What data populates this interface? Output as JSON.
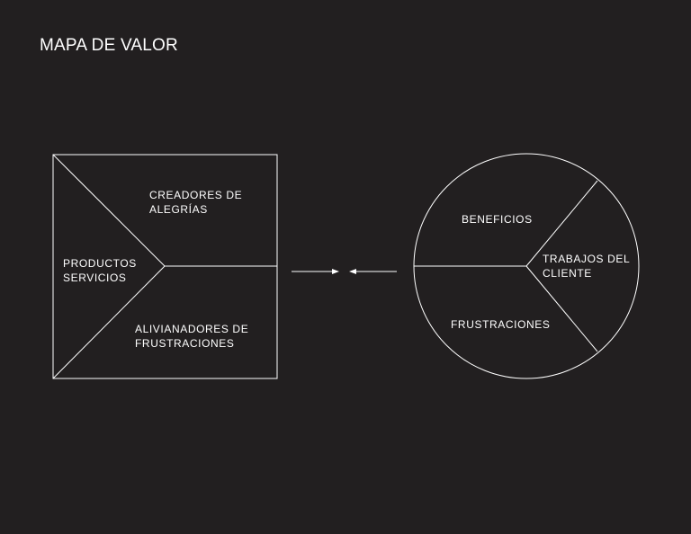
{
  "title": "MAPA DE VALOR",
  "colors": {
    "background": "#221f20",
    "stroke": "#ffffff",
    "text": "#ffffff"
  },
  "value_map": {
    "productos": [
      "PRODUCTOS",
      "SERVICIOS"
    ],
    "creadores": [
      "CREADORES DE",
      "ALEGRÍAS"
    ],
    "aliviadores": [
      "ALIVIANADORES DE",
      "FRUSTRACIONES"
    ]
  },
  "customer_profile": {
    "beneficios": "BENEFICIOS",
    "trabajos": [
      "TRABAJOS DEL",
      "CLIENTE"
    ],
    "frustraciones": "FRUSTRACIONES"
  }
}
